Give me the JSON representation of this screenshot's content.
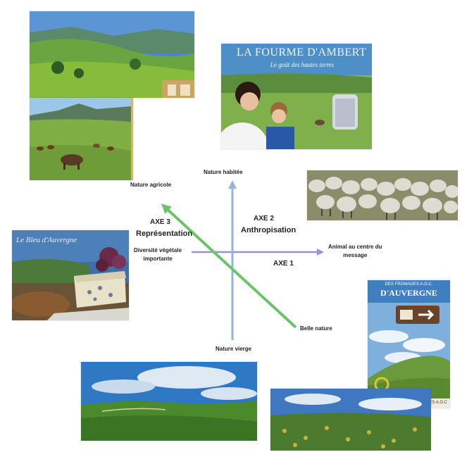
{
  "labels": {
    "nature_agricole": "Nature agricole",
    "nature_habitee": "Nature habitée",
    "nature_vierge": "Nature vierge",
    "belle_nature": "Belle nature",
    "animal_line1": "Animal au centre du",
    "animal_line2": "message",
    "axe1": "AXE 1",
    "axe2_title": "AXE 2",
    "axe2_name": "Anthropisation",
    "axe3_title": "AXE 3",
    "axe3_name": "Représentation",
    "diversite_line1": "Diversité végétale",
    "diversite_line2": "importante"
  },
  "images": {
    "fourme_title": "LA FOURME D'AMBERT",
    "fourme_subtitle": "Le goût des hautes terres",
    "bleu_title": "Le Bleu d'Auvergne",
    "aoc_line1": "DES FROMAGES A.O.C.",
    "aoc_line2": "D'AUVERGNE",
    "aoc_footer": "FROMAGES A.O.C"
  },
  "colors": {
    "axe1": "#9b8fd6",
    "axe2": "#8fb6e0",
    "axe3": "#6cc46a"
  }
}
